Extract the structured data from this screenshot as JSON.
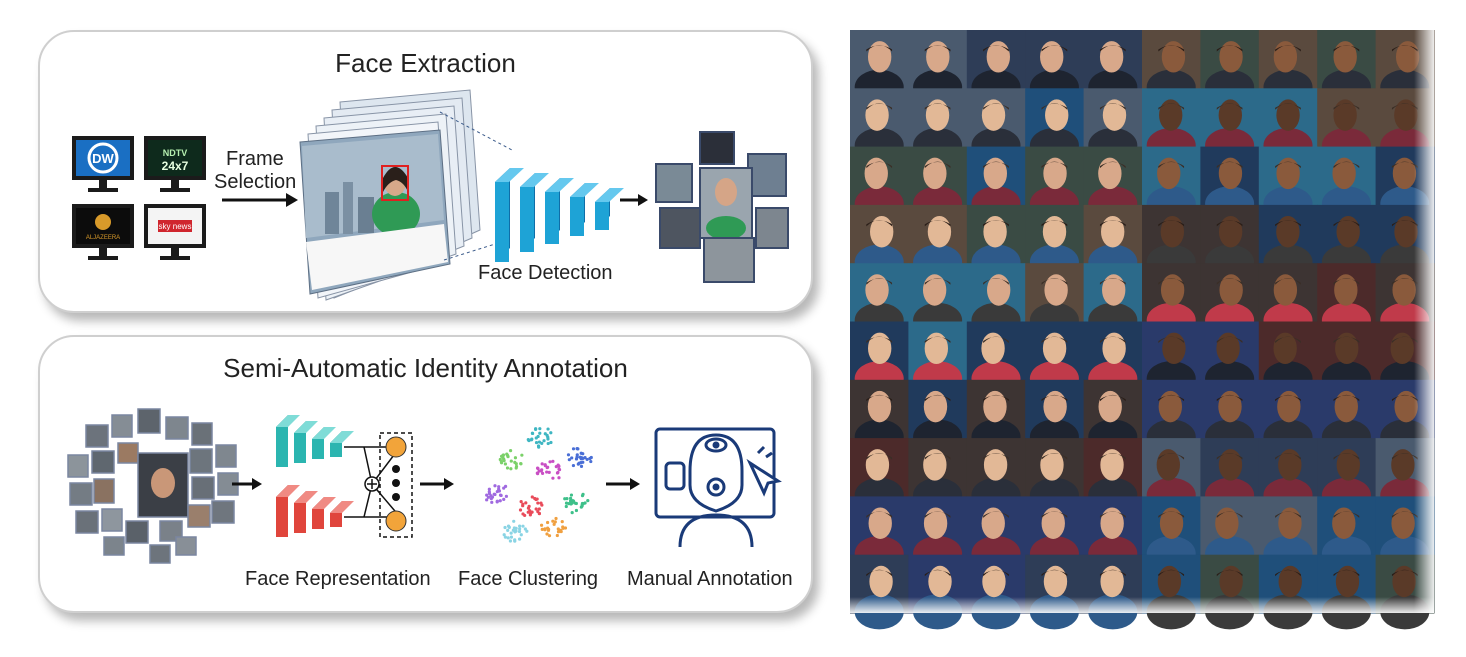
{
  "extraction": {
    "title": "Face Extraction",
    "frame_selection_line1": "Frame",
    "frame_selection_line2": "Selection",
    "face_detection": "Face Detection",
    "channels": [
      "DW",
      "NDTV 24x7",
      "ALJAZEERA",
      "sky news"
    ]
  },
  "annotation": {
    "title": "Semi-Automatic Identity Annotation",
    "face_representation": "Face Representation",
    "face_clustering": "Face Clustering",
    "manual_annotation": "Manual Annotation"
  },
  "mosaic": {
    "rows": 10,
    "cols": 10
  },
  "colors": {
    "monitor": "#1b1b1b",
    "dw_blue": "#1a6fc3",
    "cnn_blue": "#1ea3d6",
    "cnn_teal": "#2bb5b0",
    "cnn_red": "#e0453c",
    "node_orange": "#f2a43a",
    "icon_navy": "#1a3a78"
  }
}
